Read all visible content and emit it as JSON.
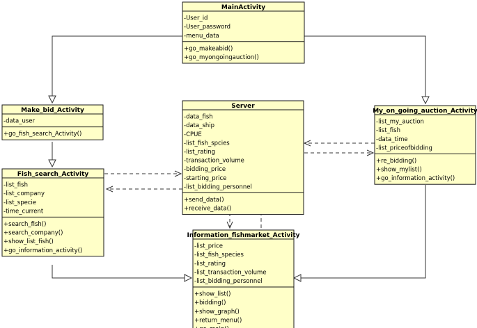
{
  "classes": {
    "main": {
      "name": "MainActivity",
      "attributes": [
        "-User_id",
        "-User_password",
        "-menu_data"
      ],
      "methods": [
        "+go_makeabid()",
        "+go_myongoingauction()"
      ]
    },
    "make_bid": {
      "name": "Make_bid_Activity",
      "attributes": [
        "-data_user"
      ],
      "methods": [
        "+go_fish_search_Activity()"
      ]
    },
    "fish_search": {
      "name": "Fish_search_Activity",
      "attributes": [
        "-list_fish",
        "-list_company",
        "-list_specie",
        "-time_current"
      ],
      "methods": [
        "+search_fish()",
        "+search_company()",
        "+show_list_fish()",
        "+go_information_activity()"
      ]
    },
    "server": {
      "name": "Server",
      "attributes": [
        "-data_fish",
        "-data_ship",
        "-CPUE",
        "-list_fish_spcies",
        "-list_rating",
        "-transaction_volume",
        "-bidding_price",
        "-starting_price",
        "-list_bidding_personnel"
      ],
      "methods": [
        "+send_data()",
        "+receive_data()"
      ]
    },
    "ongoing": {
      "name": "My_on_going_auction_Activity",
      "attributes": [
        "-list_my_auction",
        "-list_fish",
        "-data_time",
        "-list_priceofbidding"
      ],
      "methods": [
        "+re_bidding()",
        "+show_mylist()",
        "+go_information_activity()"
      ]
    },
    "info": {
      "name": "Information_fishmarket_Activity",
      "attributes": [
        "-list_price",
        "-list_fish_species",
        "-list_rating",
        "-list_transaction_volume",
        "-list_bidding_personnel"
      ],
      "methods": [
        "+show_list()",
        "+bidding()",
        "+show_graph()",
        "+return_menu()",
        "+go_main()"
      ]
    }
  },
  "colors": {
    "box_fill": "#ffffc8",
    "border": "#1a1a1a",
    "line": "#333333"
  }
}
